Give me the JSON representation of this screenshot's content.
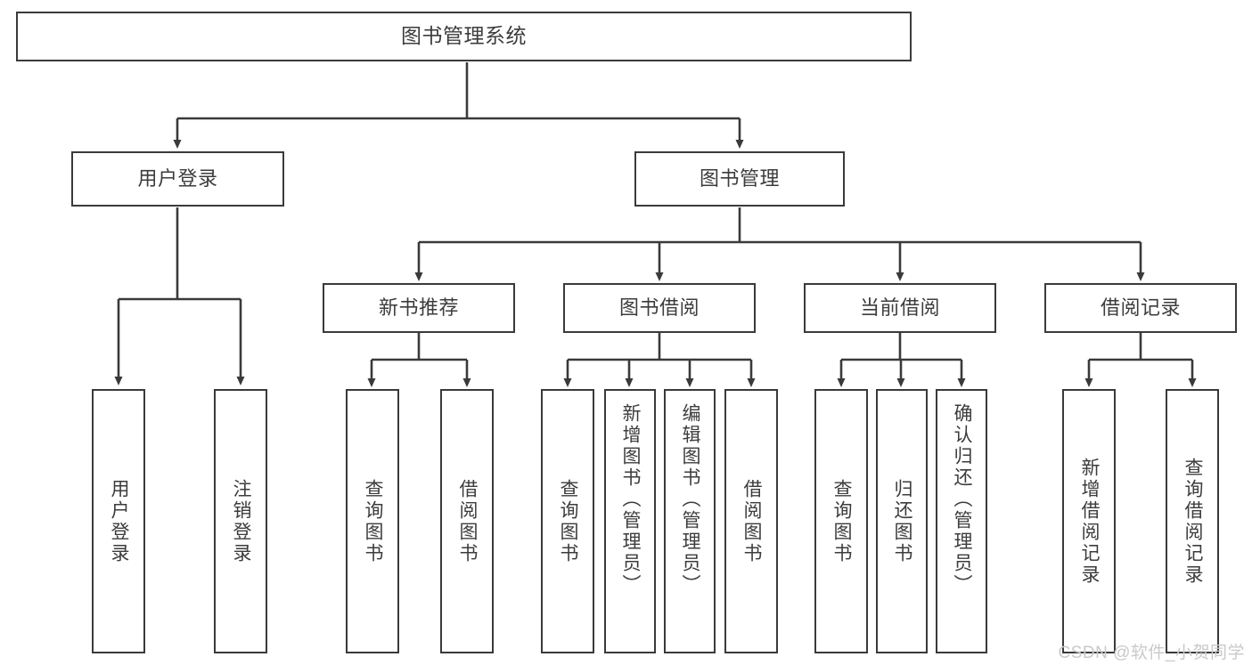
{
  "diagram": {
    "title": "图书管理系统",
    "type": "tree-hierarchy-functional-structure",
    "root": {
      "id": "root",
      "label": "图书管理系统"
    },
    "level2": [
      {
        "id": "login",
        "label": "用户登录"
      },
      {
        "id": "bookmgmt",
        "label": "图书管理"
      }
    ],
    "level3": [
      {
        "id": "newbook",
        "label": "新书推荐",
        "parent": "bookmgmt"
      },
      {
        "id": "borrow",
        "label": "图书借阅",
        "parent": "bookmgmt"
      },
      {
        "id": "current",
        "label": "当前借阅",
        "parent": "bookmgmt"
      },
      {
        "id": "records",
        "label": "借阅记录",
        "parent": "bookmgmt"
      }
    ],
    "leaves": [
      {
        "id": "leaf-1",
        "label": "用户登录",
        "parent": "login"
      },
      {
        "id": "leaf-2",
        "label": "注销登录",
        "parent": "login"
      },
      {
        "id": "leaf-3",
        "label": "查询图书",
        "parent": "newbook"
      },
      {
        "id": "leaf-4",
        "label": "借阅图书",
        "parent": "newbook"
      },
      {
        "id": "leaf-5",
        "label": "查询图书",
        "parent": "borrow"
      },
      {
        "id": "leaf-6",
        "label": "新增图书（管理员）",
        "parent": "borrow"
      },
      {
        "id": "leaf-7",
        "label": "编辑图书（管理员）",
        "parent": "borrow"
      },
      {
        "id": "leaf-8",
        "label": "借阅图书",
        "parent": "borrow"
      },
      {
        "id": "leaf-9",
        "label": "查询图书",
        "parent": "current"
      },
      {
        "id": "leaf-10",
        "label": "归还图书",
        "parent": "current"
      },
      {
        "id": "leaf-11",
        "label": "确认归还（管理员）",
        "parent": "current"
      },
      {
        "id": "leaf-12",
        "label": "新增借阅记录",
        "parent": "records"
      },
      {
        "id": "leaf-13",
        "label": "查询借阅记录",
        "parent": "records"
      }
    ]
  },
  "watermark": {
    "text": "CSDN @软件_小贺同学"
  },
  "colors": {
    "stroke": "#3a3a3a",
    "text": "#3c3c3c",
    "background": "#ffffff",
    "watermark": "#c9c9c9"
  }
}
